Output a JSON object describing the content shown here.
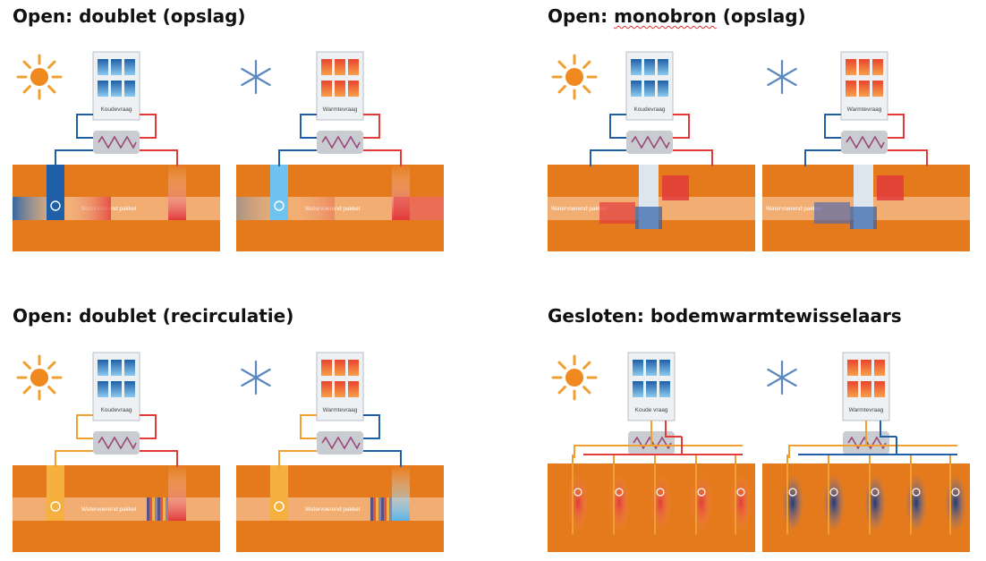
{
  "sections": [
    {
      "title_pre": "Open: ",
      "title_mark": "doublet",
      "title_post": " (opslag)",
      "mark_squiggle": false
    },
    {
      "title_pre": "Open: ",
      "title_mark": "monobron",
      "title_post": " (opslag)",
      "mark_squiggle": true
    },
    {
      "title_pre": "Open: ",
      "title_mark": "doublet",
      "title_post": " (recirculatie)",
      "mark_squiggle": false
    },
    {
      "title_pre": "Gesloten: ",
      "title_mark": "bodemwarmtewisselaars",
      "title_post": "",
      "mark_squiggle": false
    }
  ],
  "labels": {
    "koudevraag": "Koudevraag",
    "koude_vraag": "Koude vraag",
    "warmtevraag": "Warmtevraag",
    "aquifer": "Watervoerend pakket"
  },
  "colors": {
    "ground": "#e57a1c",
    "aquifer": "#f2ae72",
    "cold": "#1e5fa8",
    "warm": "#e23b3b",
    "orange_pipe": "#f0a030"
  },
  "panels": [
    {
      "label_key": "koudevraag",
      "season": "sun-icon",
      "windows": "blue",
      "type": "doublet"
    },
    {
      "label_key": "warmtevraag",
      "season": "snowflake-icon",
      "windows": "red",
      "type": "doublet"
    },
    {
      "label_key": "koudevraag",
      "season": "sun-icon",
      "windows": "blue",
      "type": "mono"
    },
    {
      "label_key": "warmtevraag",
      "season": "snowflake-icon",
      "windows": "red",
      "type": "mono"
    },
    {
      "label_key": "koudevraag",
      "season": "sun-icon",
      "windows": "blue",
      "type": "recirc"
    },
    {
      "label_key": "warmtevraag",
      "season": "snowflake-icon",
      "windows": "red",
      "type": "recirc"
    },
    {
      "label_key": "koude_vraag",
      "season": "sun-icon",
      "windows": "blue",
      "type": "closed"
    },
    {
      "label_key": "warmtevraag",
      "season": "snowflake-icon",
      "windows": "red",
      "type": "closed"
    }
  ]
}
